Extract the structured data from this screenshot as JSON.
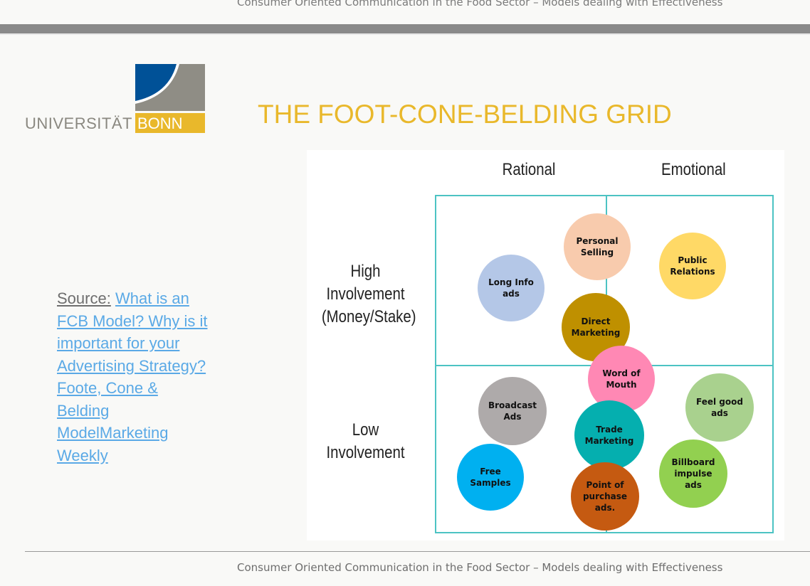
{
  "footer_text": "Consumer Oriented Communication in the Food Sector – Models dealing with Effectiveness",
  "logo": {
    "text": "UNIVERSITÄT",
    "highlight": "BONN"
  },
  "title": "THE FOOT-CONE-BELDING GRID",
  "source": {
    "label": "Source:",
    "link_text": "What is an FCB Model? Why is it important for your Advertising Strategy? Foote, Cone & Belding ModelMarketing Weekly"
  },
  "grid": {
    "columns": [
      "Rational",
      "Emotional"
    ],
    "rows": [
      "High Involvement (Money/Stake)",
      "Low Involvement"
    ],
    "bubbles": [
      {
        "label": "Personal Selling",
        "color": "#f8cbad"
      },
      {
        "label": "Public Relations",
        "color": "#ffd966"
      },
      {
        "label": "Long Info ads",
        "color": "#b4c7e7"
      },
      {
        "label": "Direct Marketing",
        "color": "#bf9000"
      },
      {
        "label": "Word of Mouth",
        "color": "#ff88b4"
      },
      {
        "label": "Broadcast Ads",
        "color": "#aeaaaa"
      },
      {
        "label": "Feel good ads",
        "color": "#a9d18e"
      },
      {
        "label": "Trade Marketing",
        "color": "#05afaf"
      },
      {
        "label": "Free Samples",
        "color": "#00b0f0"
      },
      {
        "label": "Point of purchase ads.",
        "color": "#c55a11"
      },
      {
        "label": "Billboard impulse ads",
        "color": "#92d050"
      }
    ]
  }
}
